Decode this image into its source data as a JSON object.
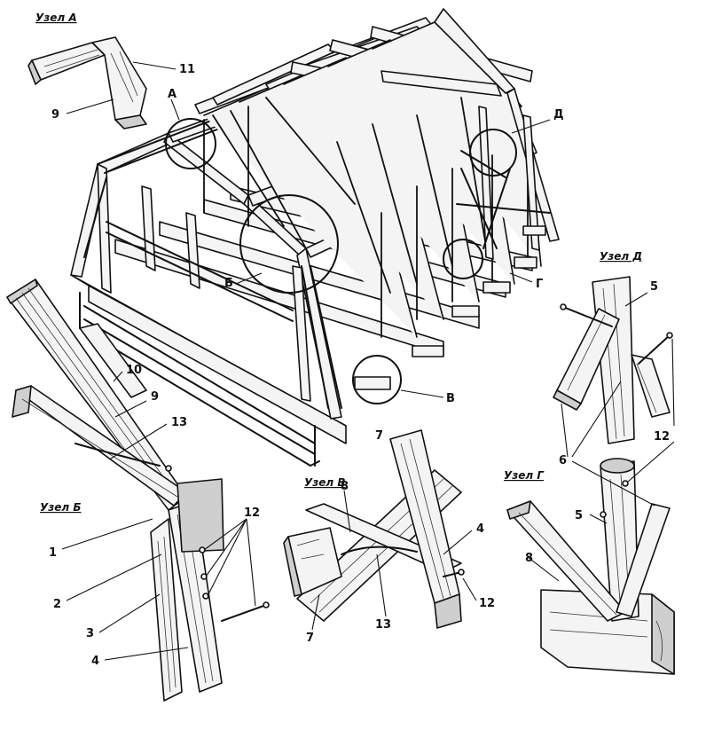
{
  "node_titles": {
    "a": "Узел А",
    "b": "Узел Б",
    "v": "Узел В",
    "g": "Узел Г",
    "d": "Узел Д"
  },
  "node_markers": {
    "a": "А",
    "b": "Б",
    "v": "В",
    "g": "Г",
    "d": "Д"
  },
  "part_numbers": {
    "n1": "1",
    "n2": "2",
    "n3": "3",
    "n4": "4",
    "n5": "5",
    "n6": "6",
    "n7": "7",
    "n8": "8",
    "n9": "9",
    "n10": "10",
    "n11": "11",
    "n12": "12",
    "n13": "13"
  }
}
